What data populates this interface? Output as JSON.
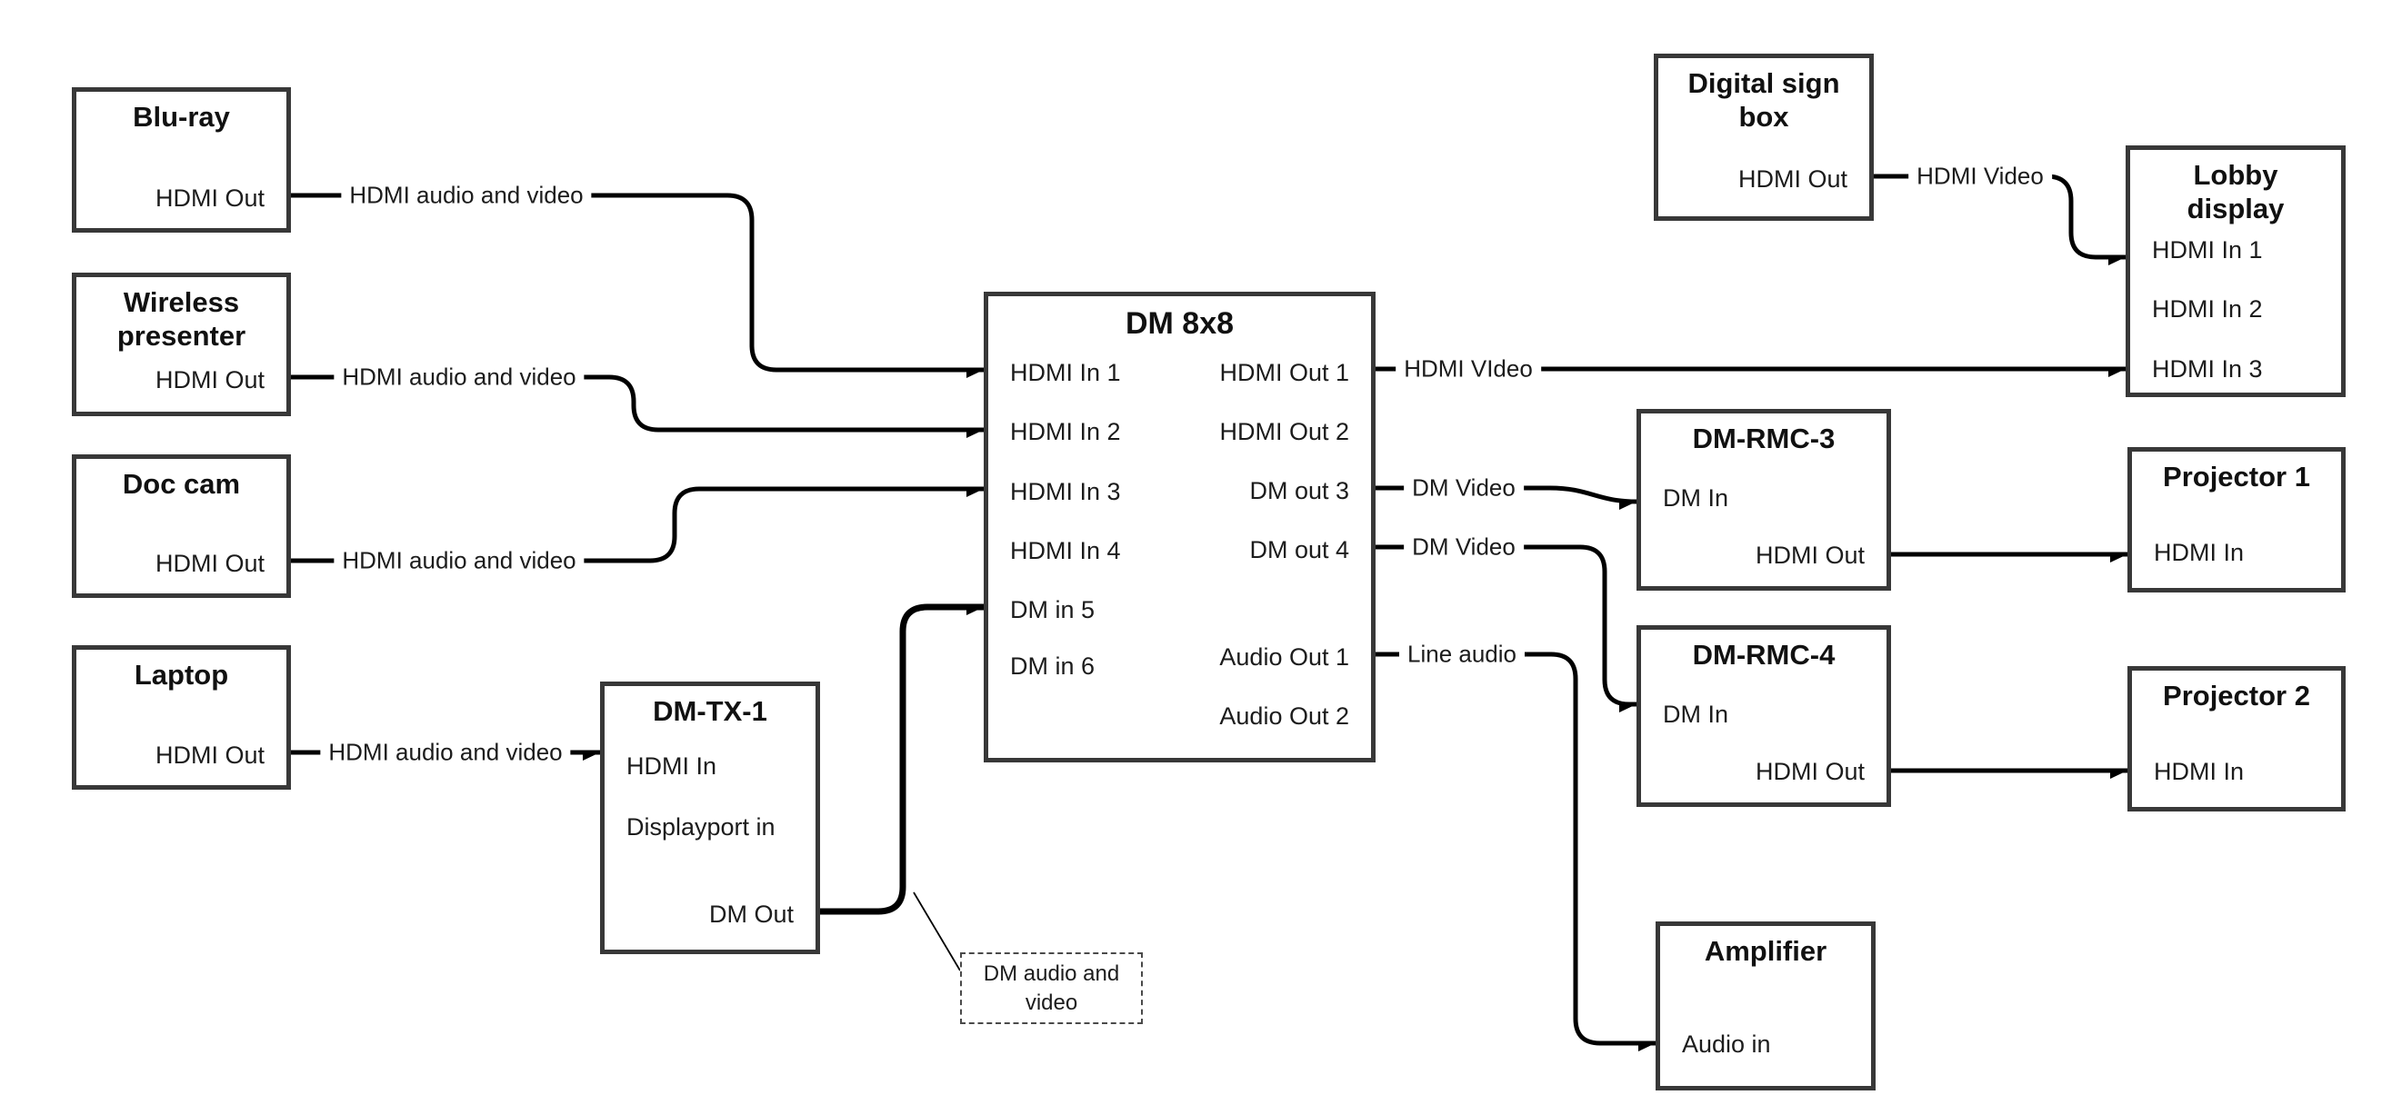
{
  "canvas": {
    "background": "#ffffff",
    "line_color": "#000000",
    "box_border_color": "#383838",
    "text_color": "#1a1a1a"
  },
  "nodes": [
    {
      "id": "bluray",
      "title": "Blu-ray",
      "ports": [
        {
          "id": "hdmi-out",
          "label": "HDMI Out"
        }
      ]
    },
    {
      "id": "wireless",
      "title": "Wireless\npresenter",
      "ports": [
        {
          "id": "hdmi-out",
          "label": "HDMI Out"
        }
      ]
    },
    {
      "id": "doccam",
      "title": "Doc cam",
      "ports": [
        {
          "id": "hdmi-out",
          "label": "HDMI Out"
        }
      ]
    },
    {
      "id": "laptop",
      "title": "Laptop",
      "ports": [
        {
          "id": "hdmi-out",
          "label": "HDMI Out"
        }
      ]
    },
    {
      "id": "dmtx1",
      "title": "DM-TX-1",
      "ports": [
        {
          "id": "hdmi-in",
          "label": "HDMI In"
        },
        {
          "id": "displayport-in",
          "label": "Displayport in"
        },
        {
          "id": "dm-out",
          "label": "DM Out"
        }
      ]
    },
    {
      "id": "dm8x8",
      "title": "DM 8x8",
      "ports": [
        {
          "id": "hdmi-in-1",
          "label": "HDMI In 1"
        },
        {
          "id": "hdmi-in-2",
          "label": "HDMI In 2"
        },
        {
          "id": "hdmi-in-3",
          "label": "HDMI In 3"
        },
        {
          "id": "hdmi-in-4",
          "label": "HDMI In 4"
        },
        {
          "id": "dm-in-5",
          "label": "DM in 5"
        },
        {
          "id": "dm-in-6",
          "label": "DM in 6"
        },
        {
          "id": "hdmi-out-1",
          "label": "HDMI Out 1"
        },
        {
          "id": "hdmi-out-2",
          "label": "HDMI Out 2"
        },
        {
          "id": "dm-out-3",
          "label": "DM out 3"
        },
        {
          "id": "dm-out-4",
          "label": "DM out 4"
        },
        {
          "id": "audio-out-1",
          "label": "Audio Out 1"
        },
        {
          "id": "audio-out-2",
          "label": "Audio Out 2"
        }
      ]
    },
    {
      "id": "digitalsign",
      "title": "Digital sign\nbox",
      "ports": [
        {
          "id": "hdmi-out",
          "label": "HDMI Out"
        }
      ]
    },
    {
      "id": "lobby",
      "title": "Lobby\ndisplay",
      "ports": [
        {
          "id": "hdmi-in-1",
          "label": "HDMI In 1"
        },
        {
          "id": "hdmi-in-2",
          "label": "HDMI In 2"
        },
        {
          "id": "hdmi-in-3",
          "label": "HDMI In 3"
        }
      ]
    },
    {
      "id": "rmc3",
      "title": "DM-RMC-3",
      "ports": [
        {
          "id": "dm-in",
          "label": "DM In"
        },
        {
          "id": "hdmi-out",
          "label": "HDMI Out"
        }
      ]
    },
    {
      "id": "proj1",
      "title": "Projector 1",
      "ports": [
        {
          "id": "hdmi-in",
          "label": "HDMI In"
        }
      ]
    },
    {
      "id": "rmc4",
      "title": "DM-RMC-4",
      "ports": [
        {
          "id": "dm-in",
          "label": "DM In"
        },
        {
          "id": "hdmi-out",
          "label": "HDMI Out"
        }
      ]
    },
    {
      "id": "proj2",
      "title": "Projector 2",
      "ports": [
        {
          "id": "hdmi-in",
          "label": "HDMI In"
        }
      ]
    },
    {
      "id": "amplifier",
      "title": "Amplifier",
      "ports": [
        {
          "id": "audio-in",
          "label": "Audio in"
        }
      ]
    }
  ],
  "edges": [
    {
      "id": "bluray-dm8x8",
      "from": "bluray.hdmi-out",
      "to": "dm8x8.hdmi-in-1",
      "label": "HDMI audio and video"
    },
    {
      "id": "wireless-dm8x8",
      "from": "wireless.hdmi-out",
      "to": "dm8x8.hdmi-in-2",
      "label": "HDMI audio and video"
    },
    {
      "id": "doccam-dm8x8",
      "from": "doccam.hdmi-out",
      "to": "dm8x8.hdmi-in-3",
      "label": "HDMI audio and video"
    },
    {
      "id": "laptop-dmtx1",
      "from": "laptop.hdmi-out",
      "to": "dmtx1.hdmi-in",
      "label": "HDMI audio and video"
    },
    {
      "id": "dmtx1-dm8x8",
      "from": "dmtx1.dm-out",
      "to": "dm8x8.dm-in-5",
      "label": ""
    },
    {
      "id": "dm8x8-lobby",
      "from": "dm8x8.hdmi-out-1",
      "to": "lobby.hdmi-in-3",
      "label": "HDMI VIdeo"
    },
    {
      "id": "dm8x8-rmc3",
      "from": "dm8x8.dm-out-3",
      "to": "rmc3.dm-in",
      "label": "DM Video"
    },
    {
      "id": "dm8x8-rmc4",
      "from": "dm8x8.dm-out-4",
      "to": "rmc4.dm-in",
      "label": "DM Video"
    },
    {
      "id": "dm8x8-amplifier",
      "from": "dm8x8.audio-out-1",
      "to": "amplifier.audio-in",
      "label": "Line audio"
    },
    {
      "id": "rmc3-proj1",
      "from": "rmc3.hdmi-out",
      "to": "proj1.hdmi-in",
      "label": ""
    },
    {
      "id": "rmc4-proj2",
      "from": "rmc4.hdmi-out",
      "to": "proj2.hdmi-in",
      "label": ""
    },
    {
      "id": "digitalsign-lobby",
      "from": "digitalsign.hdmi-out",
      "to": "lobby.hdmi-in-1",
      "label": "HDMI Video"
    }
  ],
  "callout": {
    "text": "DM audio and\nvideo"
  }
}
